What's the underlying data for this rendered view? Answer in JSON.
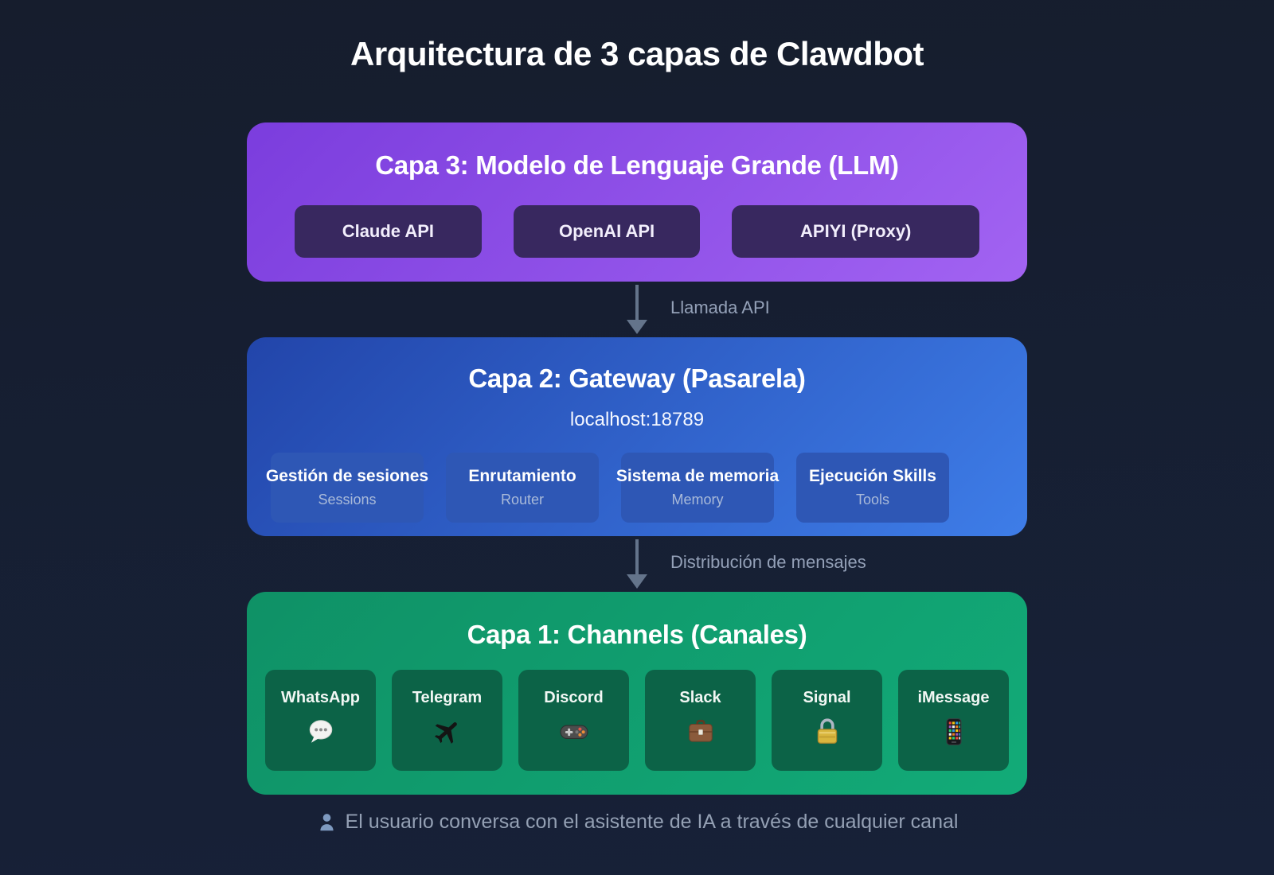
{
  "page": {
    "title": "Arquitectura de 3 capas de Clawdbot"
  },
  "layer3": {
    "title": "Capa 3: Modelo de Lenguaje Grande (LLM)",
    "items": [
      {
        "label": "Claude API"
      },
      {
        "label": "OpenAI API"
      },
      {
        "label": "APIYI (Proxy)"
      }
    ]
  },
  "arrow1": {
    "label": "Llamada API"
  },
  "layer2": {
    "title": "Capa 2: Gateway (Pasarela)",
    "subtitle": "localhost:18789",
    "items": [
      {
        "label": "Gestión de sesiones",
        "sublabel": "Sessions"
      },
      {
        "label": "Enrutamiento",
        "sublabel": "Router"
      },
      {
        "label": "Sistema de memoria",
        "sublabel": "Memory"
      },
      {
        "label": "Ejecución Skills",
        "sublabel": "Tools"
      }
    ]
  },
  "arrow2": {
    "label": "Distribución de mensajes"
  },
  "layer1": {
    "title": "Capa 1: Channels (Canales)",
    "channels": [
      {
        "name": "WhatsApp",
        "icon": "speech-balloon-icon"
      },
      {
        "name": "Telegram",
        "icon": "airplane-icon"
      },
      {
        "name": "Discord",
        "icon": "game-controller-icon"
      },
      {
        "name": "Slack",
        "icon": "briefcase-icon"
      },
      {
        "name": "Signal",
        "icon": "lock-icon"
      },
      {
        "name": "iMessage",
        "icon": "mobile-phone-icon"
      }
    ]
  },
  "footer": {
    "icon": "user-icon",
    "text": "El usuario conversa con el asistente de IA a través de cualquier canal"
  },
  "colors": {
    "background_top": "#161d2d",
    "background_bottom": "#172138",
    "heading_text": "#ffffff",
    "layer3_start": "#7b3ddd",
    "layer3_end": "#a263f2",
    "layer3_chip": "#38285f",
    "layer2_start": "#2245aa",
    "layer2_end": "#3e7de8",
    "layer2_chip": "#2e57b5",
    "layer2_chip_sublabel": "#a9bad9",
    "layer1_start": "#0f9166",
    "layer1_end": "#12ab78",
    "layer1_chip": "#0c6347",
    "arrow": "#64748b",
    "arrow_label": "#94a1b8",
    "footer_text": "#94a0b4"
  }
}
